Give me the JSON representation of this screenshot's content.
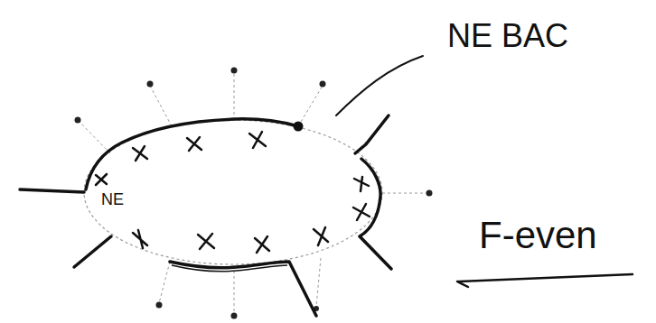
{
  "diagram": {
    "labels": [
      "NE BAC",
      "NE",
      "F-even"
    ]
  }
}
